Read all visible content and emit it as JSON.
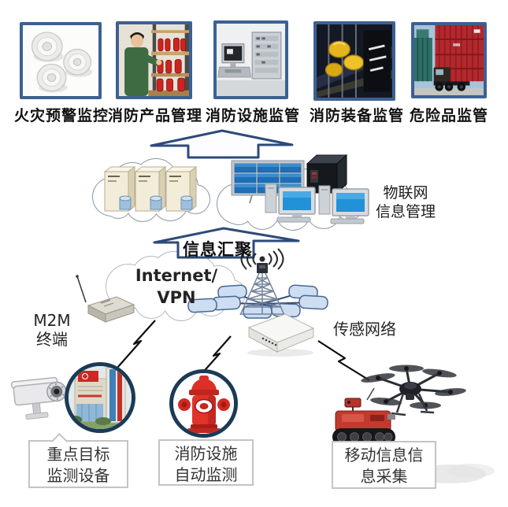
{
  "top_row": {
    "items": [
      {
        "caption": "火灾预警监控",
        "photo": "smoke-detectors-photo"
      },
      {
        "caption": "消防产品管理",
        "photo": "fire-extinguisher-shelf-photo"
      },
      {
        "caption": "消防设施监管",
        "photo": "control-room-console-photo"
      },
      {
        "caption": "消防装备监管",
        "photo": "fire-equipment-helmets-photo"
      },
      {
        "caption": "危险品监管",
        "photo": "hazardous-cargo-containers-photo"
      }
    ]
  },
  "platform": {
    "label_line1": "物联网",
    "label_line2": "信息管理"
  },
  "aggregation": {
    "arrow_label": "信息汇聚"
  },
  "network": {
    "internet_line1": "Internet/",
    "internet_line2": "VPN",
    "m2m_line1": "M2M",
    "m2m_line2": "终端",
    "sensor_label": "传感网络"
  },
  "bottom_nodes": [
    {
      "line1": "重点目标",
      "line2": "监测设备"
    },
    {
      "line1": "消防设施",
      "line2": "自动监测"
    },
    {
      "line1": "移动信息信",
      "line2": "息采集"
    }
  ],
  "colors": {
    "photo_border": "#3b6193",
    "arrow_outline": "#2d4a7a",
    "circle_border": "#1b3a56",
    "hydrant_red": "#d92f27",
    "screen_blue": "#2191d8",
    "mesh_tile": "#cdddf2"
  }
}
